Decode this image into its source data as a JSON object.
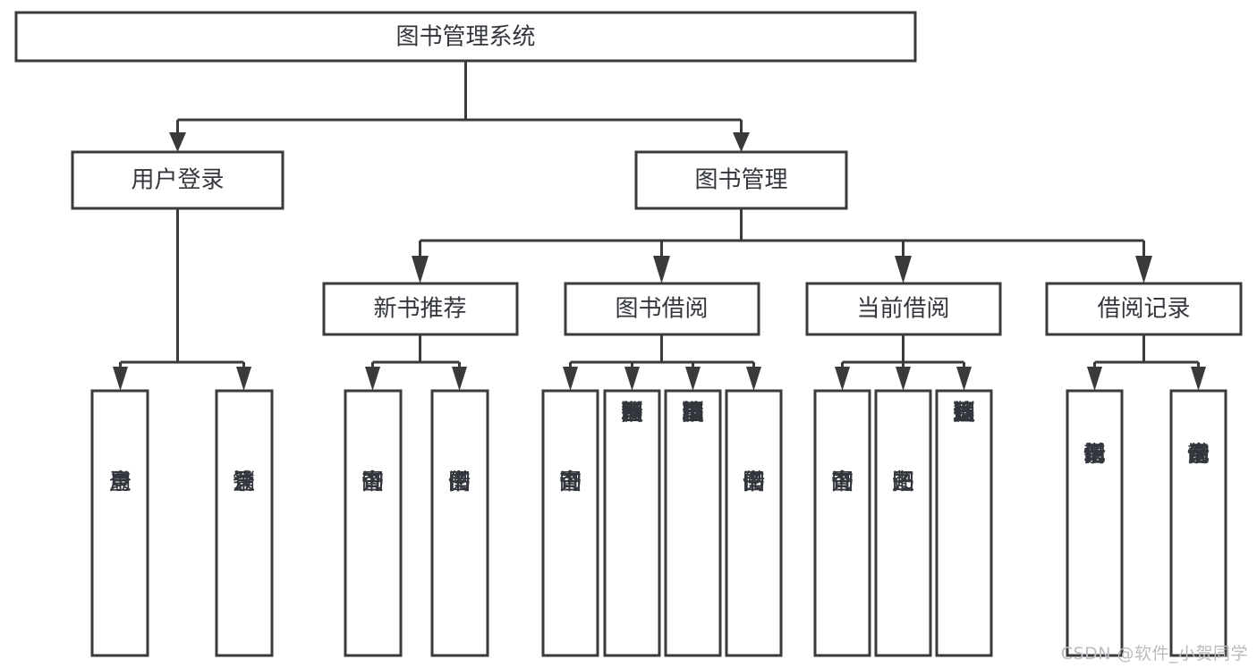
{
  "diagram": {
    "title": "图书管理系统",
    "type": "hierarchy-tree",
    "root": {
      "id": "root",
      "label": "图书管理系统",
      "orientation": "horizontal"
    },
    "level2": [
      {
        "id": "user-login",
        "label": "用户登录",
        "orientation": "horizontal"
      },
      {
        "id": "book-manage",
        "label": "图书管理",
        "orientation": "horizontal"
      }
    ],
    "level3": [
      {
        "id": "new-book-recommend",
        "label": "新书推荐",
        "orientation": "horizontal",
        "parent": "book-manage"
      },
      {
        "id": "book-borrow",
        "label": "图书借阅",
        "orientation": "horizontal",
        "parent": "book-manage"
      },
      {
        "id": "current-borrow",
        "label": "当前借阅",
        "orientation": "horizontal",
        "parent": "book-manage"
      },
      {
        "id": "borrow-record",
        "label": "借阅记录",
        "orientation": "horizontal",
        "parent": "book-manage"
      }
    ],
    "leaves": [
      {
        "id": "leaf-user-login",
        "label": "用户登录",
        "orientation": "vertical",
        "parent": "user-login"
      },
      {
        "id": "leaf-logout-login",
        "label": "注销登录",
        "orientation": "vertical",
        "parent": "user-login"
      },
      {
        "id": "leaf-query-book-1",
        "label": "查询图书",
        "orientation": "vertical",
        "parent": "new-book-recommend"
      },
      {
        "id": "leaf-borrow-book-1",
        "label": "借阅图书",
        "orientation": "vertical",
        "parent": "new-book-recommend"
      },
      {
        "id": "leaf-query-book-2",
        "label": "查询图书",
        "orientation": "vertical",
        "parent": "book-borrow"
      },
      {
        "id": "leaf-add-book",
        "label": "新增图书（管理员）",
        "orientation": "vertical",
        "parent": "book-borrow"
      },
      {
        "id": "leaf-edit-book",
        "label": "编辑图书（管理员）",
        "orientation": "vertical",
        "parent": "book-borrow"
      },
      {
        "id": "leaf-borrow-book-2",
        "label": "借阅图书",
        "orientation": "vertical",
        "parent": "book-borrow"
      },
      {
        "id": "leaf-query-book-3",
        "label": "查询图书",
        "orientation": "vertical",
        "parent": "current-borrow"
      },
      {
        "id": "leaf-return-book",
        "label": "归还图书",
        "orientation": "vertical",
        "parent": "current-borrow"
      },
      {
        "id": "leaf-confirm-return",
        "label": "确认归还（管理员）",
        "orientation": "vertical",
        "parent": "current-borrow"
      },
      {
        "id": "leaf-add-record",
        "label": "新增借阅记录",
        "orientation": "vertical",
        "parent": "borrow-record"
      },
      {
        "id": "leaf-query-record",
        "label": "查询借阅记录",
        "orientation": "vertical",
        "parent": "borrow-record"
      }
    ],
    "colors": {
      "stroke": "#3a3a3a",
      "fill": "#ffffff",
      "text": "#33373d",
      "watermark": "#b9bcc0"
    }
  },
  "watermark": {
    "text": "CSDN @软件_小贺同学"
  }
}
